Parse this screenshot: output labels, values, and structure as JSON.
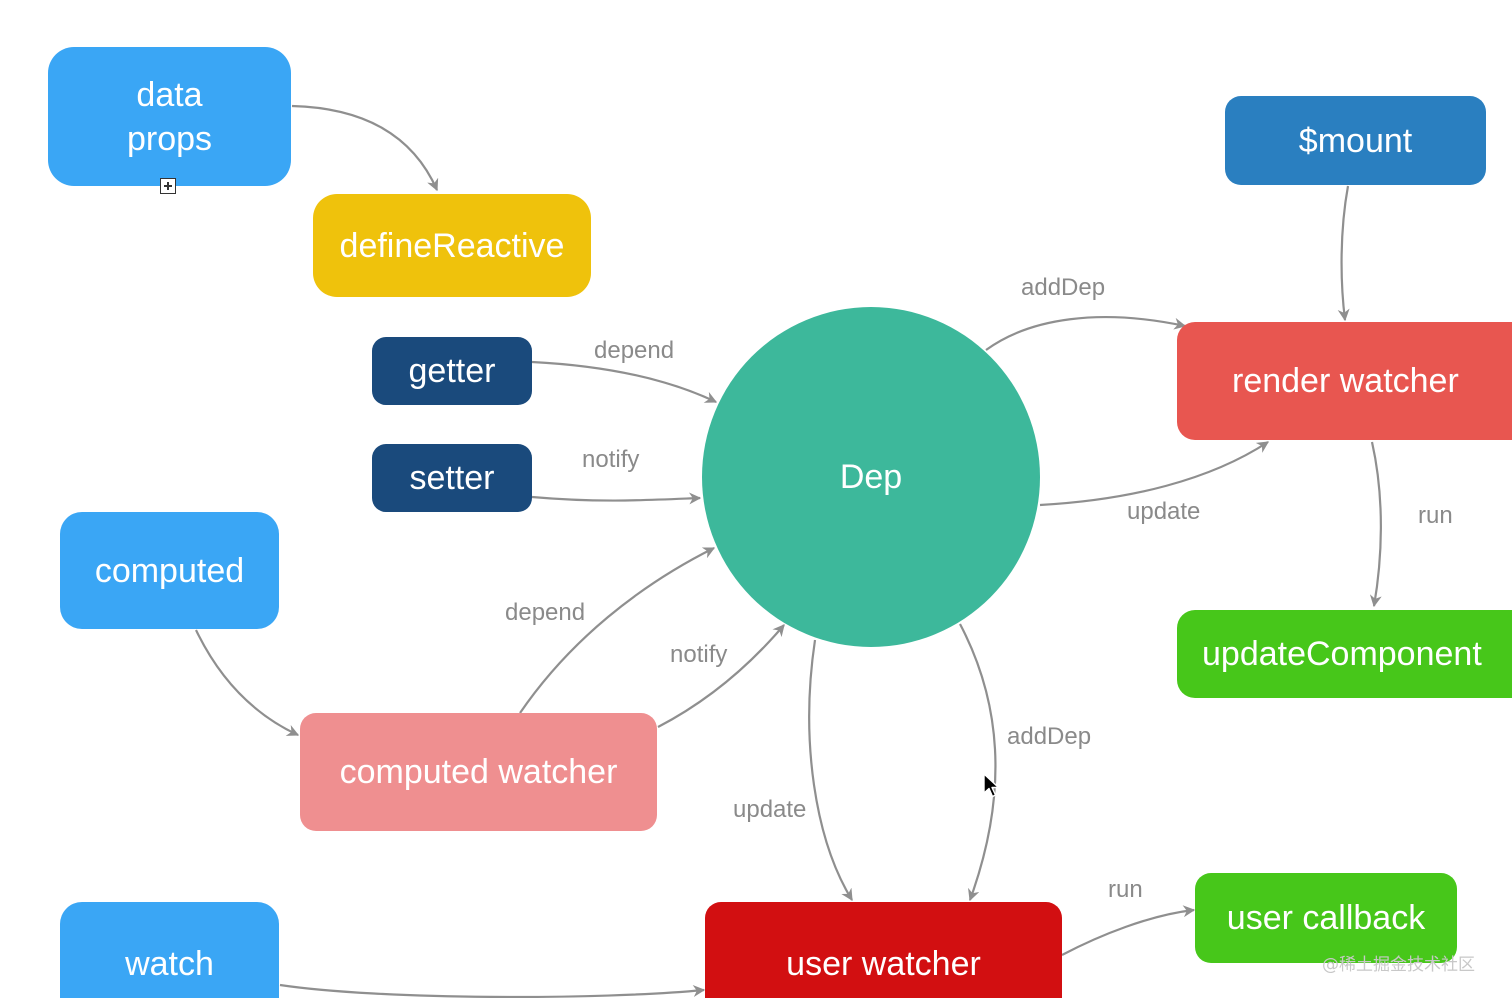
{
  "nodes": {
    "data_props": {
      "lines": [
        "data",
        "props"
      ],
      "color": "#3aa6f5"
    },
    "define_reactive": {
      "label": "defineReactive",
      "color": "#efc20c"
    },
    "getter": {
      "label": "getter",
      "color": "#1a4a7c"
    },
    "setter": {
      "label": "setter",
      "color": "#1a4a7c"
    },
    "dep": {
      "label": "Dep",
      "color": "#3db89b"
    },
    "mount": {
      "label": "$mount",
      "color": "#2a7fc0"
    },
    "render_watcher": {
      "label": "render watcher",
      "color": "#e85650"
    },
    "update_component": {
      "label": "updateComponent",
      "color": "#47c71a"
    },
    "computed": {
      "label": "computed",
      "color": "#3aa6f5"
    },
    "computed_watcher": {
      "label": "computed watcher",
      "color": "#ef8f90"
    },
    "watch": {
      "label": "watch",
      "color": "#3aa6f5"
    },
    "user_watcher": {
      "label": "user watcher",
      "color": "#d20f11"
    },
    "user_callback": {
      "label": "user callback",
      "color": "#47c71a"
    }
  },
  "edges": {
    "getter_depend": "depend",
    "setter_notify": "notify",
    "dep_adddep_render": "addDep",
    "dep_update_render": "update",
    "render_run": "run",
    "computed_depend": "depend",
    "computed_notify": "notify",
    "user_update": "update",
    "user_adddep": "addDep",
    "user_run": "run"
  },
  "colors": {
    "arrow": "#8f8f8f",
    "edge_label": "#8a8a8a"
  },
  "watermark": "@稀土掘金技术社区"
}
